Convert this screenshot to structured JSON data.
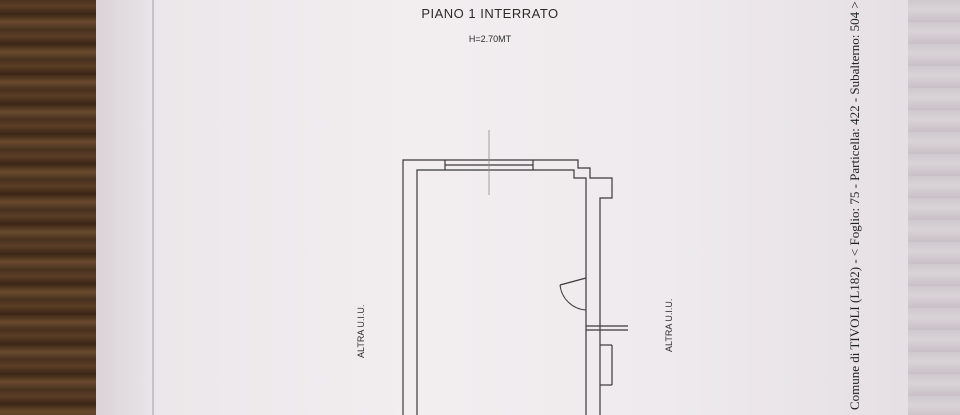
{
  "document": {
    "title": "PIANO 1 INTERRATO",
    "height_note": "H=2.70MT",
    "left_neighbor_label": "ALTRA U.I.U.",
    "right_neighbor_label": "ALTRA U.I.U.",
    "cadastral_caption": "Comune di TIVOLI (L182) - < Foglio: 75 - Particella: 422 - Subalterno: 504 >"
  },
  "colors": {
    "paper": "#f2eef0",
    "ink": "#3a3a3a",
    "wood": "#4a3220"
  }
}
